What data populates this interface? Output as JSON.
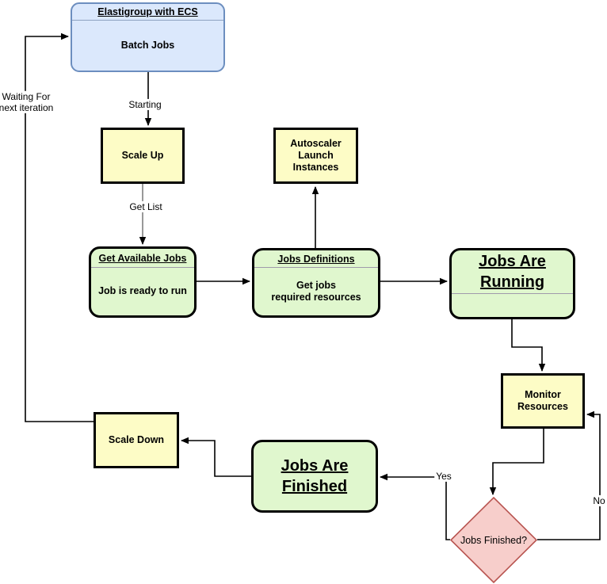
{
  "palette": {
    "terminator_fill": "#dbe8fc",
    "terminator_stroke": "#6c8ebf",
    "process_fill": "#fdfcc6",
    "state_fill": "#e0f7ce",
    "decision_fill": "#f7cecb",
    "decision_stroke": "#b85450",
    "node_border": "#000000",
    "connector": "#000000",
    "connector_muted": "#999999"
  },
  "nodes": {
    "elastigroup": {
      "title": "Elastigroup with ECS",
      "body": "Batch Jobs"
    },
    "scale_up": {
      "label": "Scale Up"
    },
    "autoscaler": {
      "label": "Autoscaler\nLaunch\nInstances"
    },
    "get_available_jobs": {
      "title": "Get Available Jobs",
      "body": "Job is ready to run"
    },
    "jobs_definitions": {
      "title": "Jobs Definitions",
      "body": "Get jobs\nrequired resources"
    },
    "jobs_are_running": {
      "title": "Jobs Are\nRunning"
    },
    "monitor_resources": {
      "label": "Monitor\nResources"
    },
    "jobs_finished": {
      "label": "Jobs Finished?"
    },
    "jobs_are_finished": {
      "title": "Jobs Are\nFinished"
    },
    "scale_down": {
      "label": "Scale Down"
    }
  },
  "edge_labels": {
    "starting": "Starting",
    "get_list": "Get List",
    "yes": "Yes",
    "no": "No",
    "waiting": "Waiting For\nnext iteration"
  },
  "edges": [
    {
      "from": "elastigroup",
      "to": "scale_up",
      "label": "Starting"
    },
    {
      "from": "scale_up",
      "to": "get_available_jobs",
      "label": "Get List"
    },
    {
      "from": "get_available_jobs",
      "to": "jobs_definitions"
    },
    {
      "from": "jobs_definitions",
      "to": "autoscaler"
    },
    {
      "from": "jobs_definitions",
      "to": "jobs_are_running"
    },
    {
      "from": "jobs_are_running",
      "to": "monitor_resources"
    },
    {
      "from": "monitor_resources",
      "to": "jobs_finished"
    },
    {
      "from": "jobs_finished",
      "to": "jobs_are_finished",
      "label": "Yes"
    },
    {
      "from": "jobs_finished",
      "to": "monitor_resources",
      "label": "No"
    },
    {
      "from": "jobs_are_finished",
      "to": "scale_down"
    },
    {
      "from": "scale_down",
      "to": "elastigroup",
      "label": "Waiting For next iteration"
    }
  ]
}
